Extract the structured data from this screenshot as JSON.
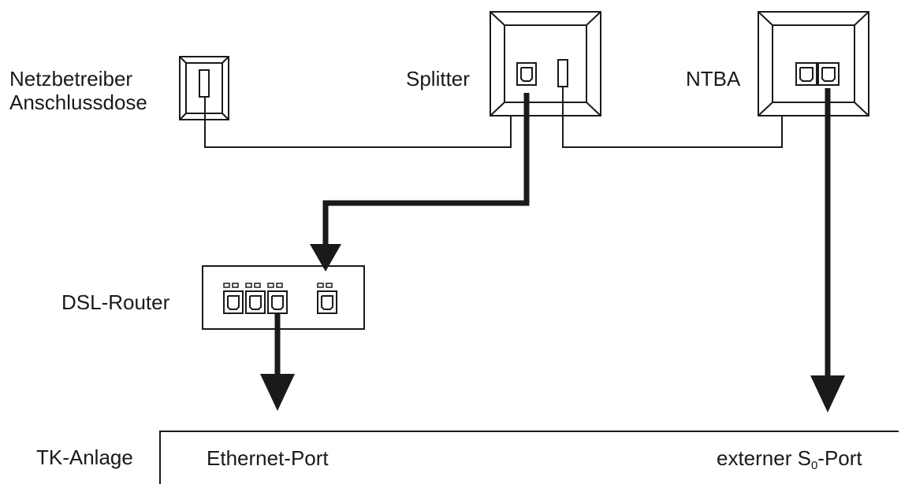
{
  "labels": {
    "netzbetreiber_line1": "Netzbetreiber",
    "netzbetreiber_line2": "Anschlussdose",
    "splitter": "Splitter",
    "ntba": "NTBA",
    "dsl_router": "DSL-Router",
    "tk_anlage": "TK-Anlage",
    "ethernet_port": "Ethernet-Port",
    "s0_port_prefix": "externer S",
    "s0_port_subscript": "0",
    "s0_port_suffix": "-Port"
  },
  "colors": {
    "line": "#1a1a1a",
    "background": "#ffffff"
  },
  "icons": [
    "wall-socket-icon",
    "rj-jack-icon",
    "arrow-down-icon"
  ]
}
